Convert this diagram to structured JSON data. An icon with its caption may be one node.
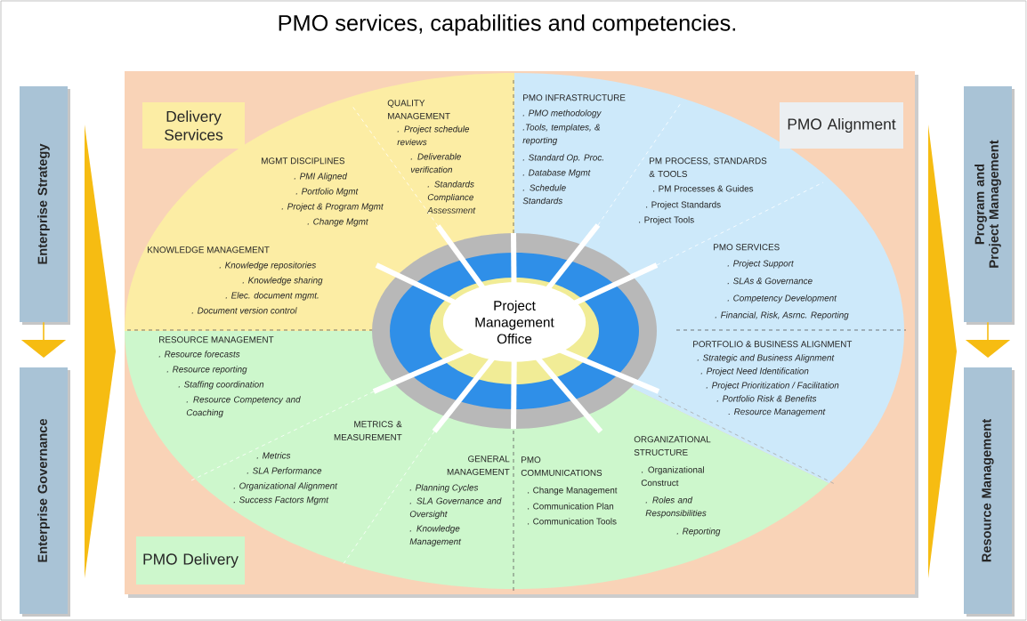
{
  "diagram": {
    "title": "PMO services, capabilities and competencies.",
    "nodes": [
      {
        "text": [
          "Enterprise Strategy"
        ]
      },
      {
        "text": [
          "Enterprise Governance"
        ]
      },
      {
        "text": [
          "Program and Project Management"
        ]
      },
      {
        "text": [
          "Resource Management"
        ]
      },
      {
        "text": [
          "Delivery Services"
        ]
      },
      {
        "text": [
          "PMO Alignment"
        ]
      },
      {
        "text": [
          "PMO Delivery"
        ]
      },
      {
        "text": [
          "QUALITY MANAGEMENT",
          ". Project schedule reviews",
          ". Deliverable verification",
          ". Standards Compliance Assessment",
          "MGMT DISCIPLINES",
          ". PMI Aligned",
          ". Portfolio Mgmt",
          ". Project & Program Mgmt",
          ". Change Mgmt",
          "KNOWLEDGE MANAGEMENT",
          ". Knowledge repositories",
          ". Knowledge sharing",
          ". Elec. document mgmt.",
          ". Document version control"
        ]
      },
      {
        "text": [
          "PMO INFRASTRUCTURE",
          ". PMO methodology",
          ".Tools, templates, & reporting",
          ". Standard Op. Proc.",
          ". Database Mgmt",
          ". Schedule Standards",
          "PM PROCESS, STANDARDS & TOOLS",
          ". PM Processes & Guides",
          ". Project Standards",
          ". Project Tools",
          "PMO SERVICES",
          ". Project Support",
          ". SLAs & Governance",
          ". Competency Development",
          ". Financial, Risk, Asrnc. Reporting",
          "PORTFOLIO & BUSINESS ALIGNMENT",
          ". Strategic and Business Alignment",
          ". Project Need Identification",
          ". Project Prioritization / Facilitation",
          ". Portfolio Risk & Benefits",
          ". Resource Management"
        ]
      },
      {
        "text": [
          "RESOURCE MANAGEMENT",
          ". Resource forecasts",
          ". Resource reporting",
          ". Staffing coordination",
          ". Resource Competency and Coaching",
          "METRICS & MEASUREMENT",
          ". Metrics",
          ". SLA Performance",
          ". Organizational Alignment",
          ". Success Factors Mgmt",
          "GENERAL MANAGEMENT",
          ". Planning Cycles",
          ". SLA Governance and Oversight",
          ". Knowledge Management",
          "PMO COMMUNICATIONS",
          ". Change Management",
          ". Communication Plan",
          ". Communication Tools",
          "ORGANIZATIONAL STRUCTURE",
          ". Organizational Construct",
          ". Roles and Responsibilities",
          ". Reporting"
        ]
      },
      {
        "text": [
          "Project Management Office"
        ]
      }
    ],
    "edges": [
      {
        "from": 0,
        "to": 1,
        "arrow": "to"
      },
      {
        "from": 2,
        "to": 3,
        "arrow": "to"
      }
    ]
  }
}
